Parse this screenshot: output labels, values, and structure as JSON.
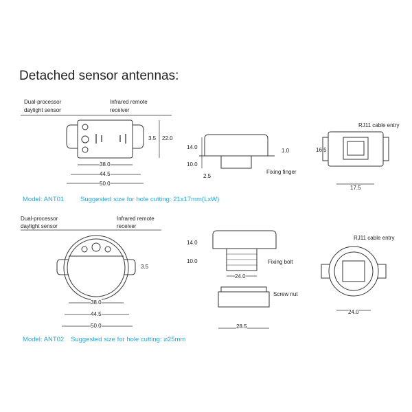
{
  "title": "Detached sensor antennas:",
  "ant01": {
    "label_sensor_1": "Dual-processor",
    "label_sensor_2": "daylight sensor",
    "label_ir_1": "Infrared remote",
    "label_ir_2": "receiver",
    "dims": {
      "d38": "38.0",
      "d445": "44.5",
      "d50": "50.0",
      "d35": "3.5",
      "d22": "22.0",
      "d14": "14.0",
      "d10": "10.0",
      "d25": "2.5",
      "d1": "1.0",
      "d165": "16.5",
      "d175": "17.5"
    },
    "fixing_finger": "Fixing finger",
    "rj11": "RJ11 cable entry",
    "model": "Model: ANT01",
    "hole": "Suggested size for hole cutting: 21x17mm(LxW)"
  },
  "ant02": {
    "label_sensor_1": "Dual-processor",
    "label_sensor_2": "daylight sensor",
    "label_ir_1": "Infrared remote",
    "label_ir_2": "receiver",
    "dims": {
      "d38": "38.0",
      "d445": "44.5",
      "d50": "50.0",
      "d35": "3.5",
      "d14": "14.0",
      "d10": "10.0",
      "d24a": "24.0",
      "d285": "28.5",
      "d24b": "24.0"
    },
    "fixing_bolt": "Fixing bolt",
    "screw_nut": "Screw nut",
    "rj11": "RJ11 cable entry",
    "model": "Model: ANT02",
    "hole": "Suggested size for hole cutting: ⌀25mm"
  }
}
